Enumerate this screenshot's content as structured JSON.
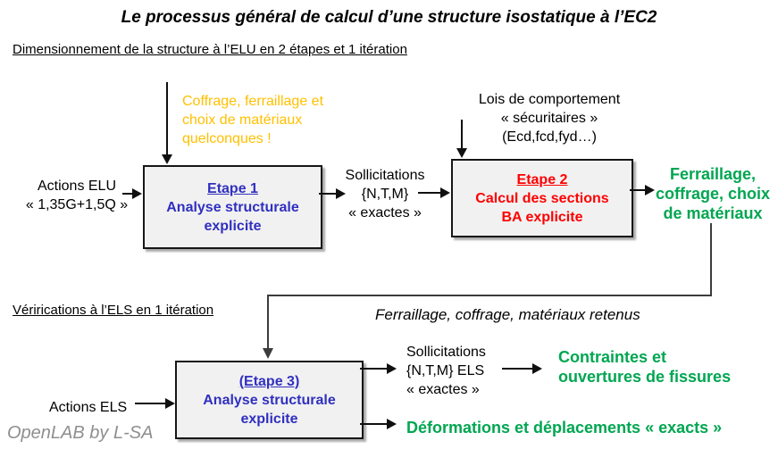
{
  "title": "Le processus général de calcul d’une structure isostatique à l’EC2",
  "colors": {
    "box_text_blue": "#3030C0",
    "box_text_red": "#FF0000",
    "output_green": "#00A651",
    "note_gold": "#FFC000",
    "watermark_grey": "#8F8F8F",
    "box_fill": "#F1F1F1"
  },
  "elu": {
    "heading": "Dimensionnement de la structure à l’ELU en 2 étapes et 1 itération",
    "input": "Actions ELU\n« 1,35G+1,5Q »",
    "note_gold": "Coffrage, ferraillage et\nchoix de matériaux\nquelconques !",
    "note_lois": "Lois de comportement\n« sécuritaires »\n(Ecd,fcd,fyd…)",
    "box1_title": "Etape 1",
    "box1_body": "Analyse structurale\nexplicite",
    "mid": "Sollicitations\n{N,T,M}\n« exactes »",
    "box2_title": "Etape 2",
    "box2_body": "Calcul des sections\nBA explicite",
    "output": "Ferraillage,\ncoffrage, choix\nde matériaux"
  },
  "els": {
    "heading": "Vérirications à l’ELS en 1 itération",
    "note_retenus": "Ferraillage, coffrage, matériaux retenus",
    "input": "Actions ELS",
    "box3_title": "(Etape 3)",
    "box3_body": "Analyse structurale\nexplicite",
    "mid": "Sollicitations\n{N,T,M} ELS\n« exactes »",
    "output1": "Contraintes et\nouvertures de fissures",
    "output2": "Déformations et déplacements « exacts »"
  },
  "watermark": "OpenLAB by L-SA"
}
